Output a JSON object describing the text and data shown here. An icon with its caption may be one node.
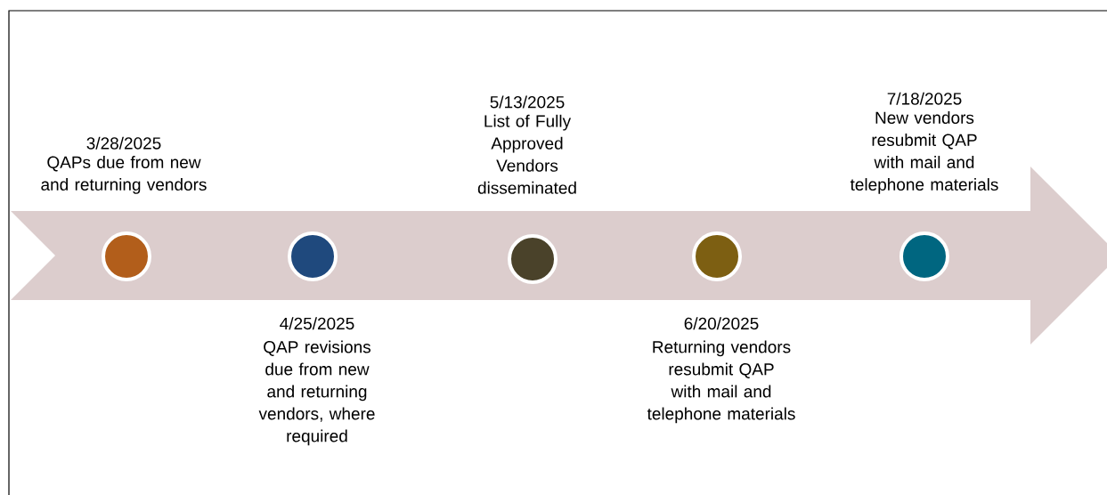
{
  "diagram": {
    "nodes": [
      {
        "text": [],
        "shape": "circle",
        "beside": [
          "3/28/2025",
          "QAPs due from new and returning vendors"
        ]
      },
      {
        "text": [],
        "shape": "circle",
        "beside": [
          "4/25/2025",
          "QAP revisions due from new and returning vendors, where required"
        ]
      },
      {
        "text": [],
        "shape": "circle",
        "beside": [
          "5/13/2025",
          "List of Fully Approved Vendors disseminated"
        ]
      },
      {
        "text": [],
        "shape": "circle",
        "beside": [
          "6/20/2025",
          "Returning vendors resubmit QAP with mail and telephone materials"
        ]
      },
      {
        "text": [],
        "shape": "circle",
        "beside": [
          "7/18/2025",
          "New vendors resubmit QAP with mail and telephone materials"
        ]
      }
    ]
  }
}
